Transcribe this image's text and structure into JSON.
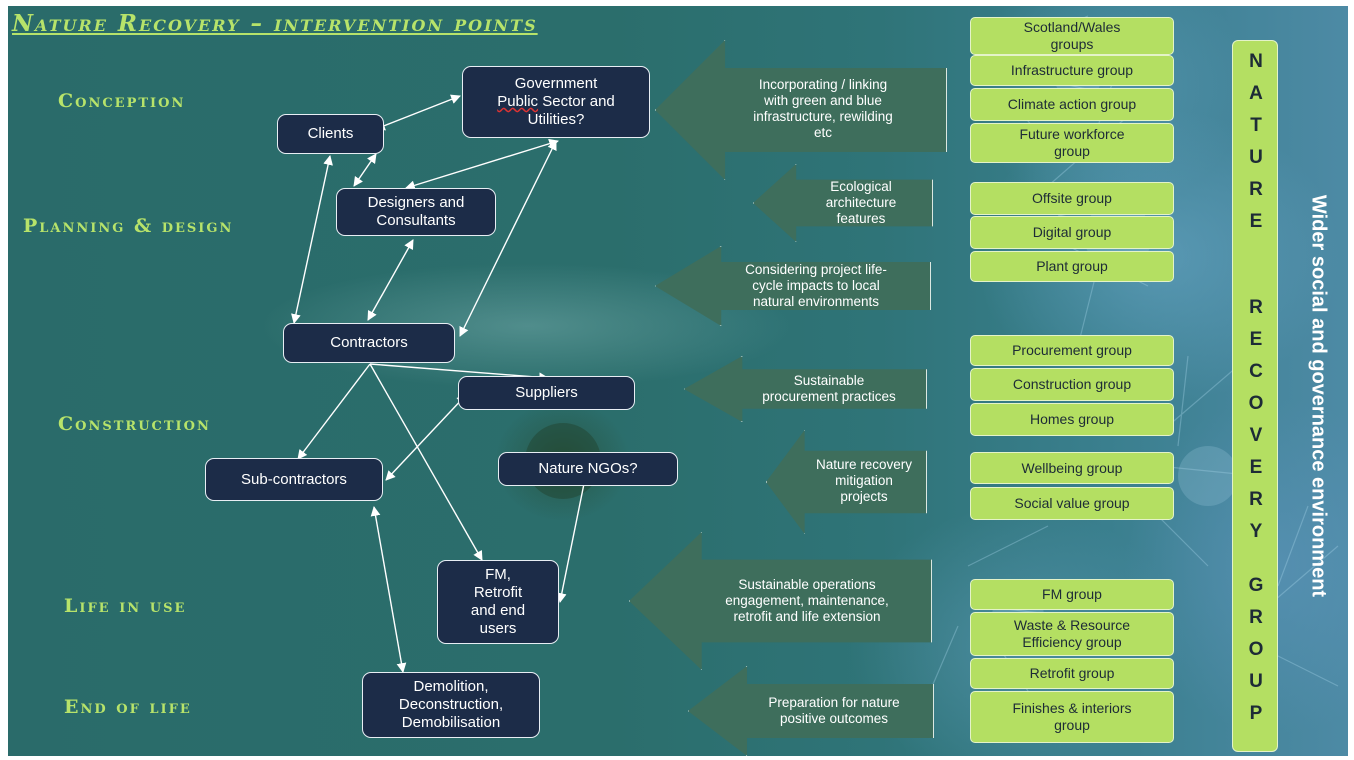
{
  "title": "Nature Recovery – intervention points",
  "stages": {
    "conception": "Conception",
    "planning": "Planning & design",
    "construction": "Construction",
    "life_in_use": "Life in use",
    "end_of_life": "End of life"
  },
  "nodes": {
    "government": {
      "line1": "Government",
      "public": "Public",
      "rest": " Sector and\nUtilities?"
    },
    "clients": "Clients",
    "designers": "Designers and\nConsultants",
    "contractors": "Contractors",
    "suppliers": "Suppliers",
    "subcontractors": "Sub-contractors",
    "nature_ngos": "Nature NGOs?",
    "fm": "FM,\nRetrofit\nand end\nusers",
    "demolition": "Demolition,\nDeconstruction,\nDemobilisation"
  },
  "interventions": [
    "Incorporating / linking\nwith green and blue\ninfrastructure, rewilding\netc",
    "Ecological\narchitecture\nfeatures",
    "Considering project life-\ncycle impacts to local\nnatural environments",
    "Sustainable\nprocurement practices",
    "Nature recovery\nmitigation\nprojects",
    "Sustainable operations\nengagement, maintenance,\nretrofit and life extension",
    "Preparation for nature\npositive outcomes"
  ],
  "groups": [
    "Scotland/Wales\ngroups",
    "Infrastructure group",
    "Climate action group",
    "Future workforce\ngroup",
    "Offsite group",
    "Digital group",
    "Plant group",
    "Procurement group",
    "Construction group",
    "Homes group",
    "Wellbeing group",
    "Social value group",
    "FM group",
    "Waste & Resource\nEfficiency group",
    "Retrofit group",
    "Finishes & interiors\ngroup"
  ],
  "nrg_letters": [
    "N",
    "A",
    "T",
    "U",
    "R",
    "E",
    "R",
    "E",
    "C",
    "O",
    "V",
    "E",
    "R",
    "Y",
    "G",
    "R",
    "O",
    "U",
    "P"
  ],
  "wider_label": "Wider social and governance environment",
  "colors": {
    "accent_green": "#b4df62",
    "title_green": "#b7e36a",
    "node_navy": "#1c2c48",
    "arrow_green": "#3e6e5c"
  }
}
